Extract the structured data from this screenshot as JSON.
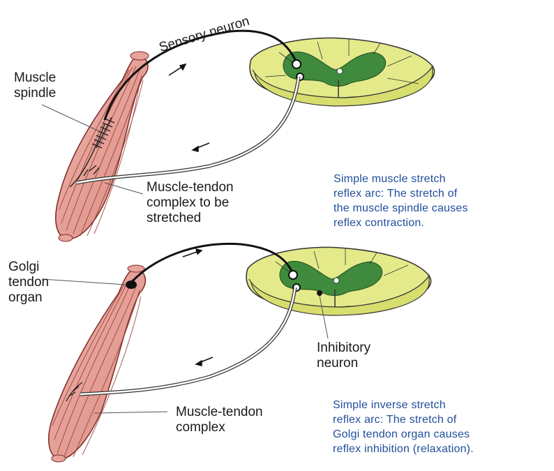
{
  "top": {
    "sensory_neuron": "Sensory neuron",
    "muscle_spindle": "Muscle\nspindle",
    "muscle_tendon": "Muscle-tendon\ncomplex to be\nstretched",
    "caption": "Simple muscle stretch\nreflex arc: The stretch of\nthe muscle spindle causes\nreflex contraction."
  },
  "bottom": {
    "golgi": "Golgi\ntendon\norgan",
    "inhibitory": "Inhibitory\nneuron",
    "muscle_tendon": "Muscle-tendon\ncomplex",
    "caption": "Simple inverse stretch\nreflex arc: The stretch of\nGolgi tendon organ causes\nreflex inhibition (relaxation)."
  },
  "colors": {
    "muscle": "#e8a39a",
    "muscle_line": "#9b3b35",
    "cord": "#e4ea8a",
    "grey_matter": "#3f8a3c",
    "caption": "#1f4e9c"
  }
}
